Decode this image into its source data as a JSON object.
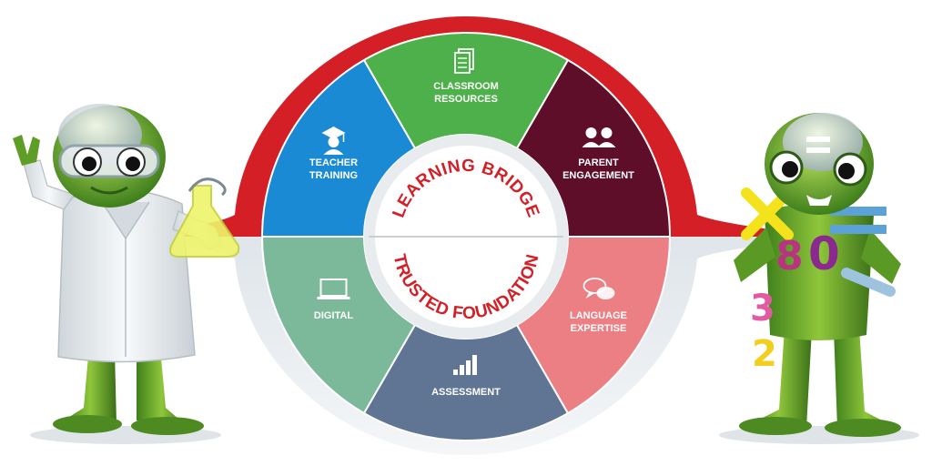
{
  "hub": {
    "upper_ring_text": "LEARNING BRIDGE",
    "lower_ring_text": "TRUSTED FOUNDATION"
  },
  "segments": [
    {
      "key": "teacher",
      "lines": [
        "TEACHER",
        "TRAINING"
      ],
      "color": "#1a8ad4",
      "icon": "graduate-icon"
    },
    {
      "key": "classroom",
      "lines": [
        "CLASSROOM",
        "RESOURCES"
      ],
      "color": "#4db04a",
      "icon": "document-icon"
    },
    {
      "key": "parent",
      "lines": [
        "PARENT",
        "ENGAGEMENT"
      ],
      "color": "#5e0e28",
      "icon": "people-icon"
    },
    {
      "key": "digital",
      "lines": [
        "DIGITAL"
      ],
      "color": "#7bb99a",
      "icon": "laptop-icon"
    },
    {
      "key": "assessment",
      "lines": [
        "ASSESSMENT"
      ],
      "color": "#5f7593",
      "icon": "bar-chart-icon"
    },
    {
      "key": "language",
      "lines": [
        "LANGUAGE",
        "EXPERTISE"
      ],
      "color": "#ec7f84",
      "icon": "speech-bubbles-icon"
    }
  ],
  "colors": {
    "bridge_red": "#d41f26",
    "shadow_grey": "#e9edf0",
    "robot_green": "#6fae2e",
    "lab_coat": "#eef2f3"
  }
}
